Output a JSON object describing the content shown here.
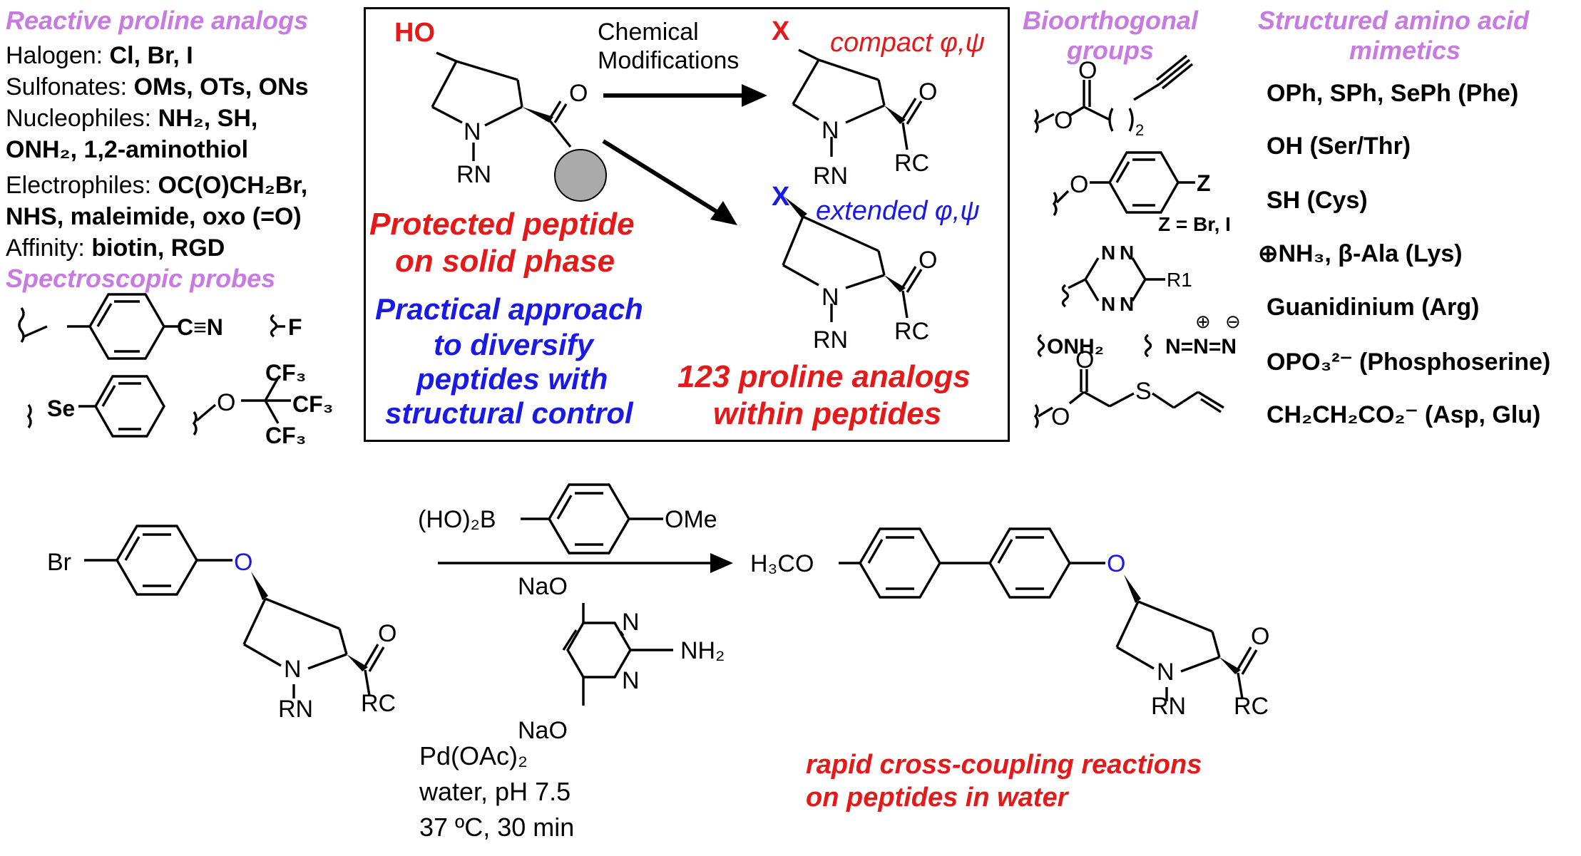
{
  "colors": {
    "purple": "#c77be0",
    "red": "#e41a1a",
    "blue": "#1a1ae4"
  },
  "left_panel": {
    "title": "Reactive proline analogs",
    "rows": [
      {
        "label": "Halogen: ",
        "value": "Cl, Br, I"
      },
      {
        "label": "Sulfonates: ",
        "value": "OMs, OTs, ONs"
      },
      {
        "label": "Nucleophiles: ",
        "value": "NH₂, SH,"
      },
      {
        "label": "",
        "value": "ONH₂, 1,2-aminothiol"
      },
      {
        "label": "Electrophiles: ",
        "value": "OC(O)CH₂Br,"
      },
      {
        "label": "",
        "value": "NHS, maleimide, oxo (=O)"
      },
      {
        "label": "Affinity: ",
        "value": "biotin, RGD"
      }
    ],
    "probes_title": "Spectroscopic probes",
    "probes": {
      "nitrile": "C≡N",
      "fluoro": "F",
      "selenium": "Se",
      "cf3_a": "CF₃",
      "cf3_b": "CF₃",
      "cf3_c": "CF₃",
      "oxygen": "O"
    }
  },
  "center_box": {
    "ho_label": "HO",
    "n_label": "N",
    "o_label": "O",
    "rn_label": "RN",
    "arrow_label_1": "Chemical",
    "arrow_label_2": "Modifications",
    "x_top": "X",
    "x_bottom": "X",
    "compact": "compact φ,ψ",
    "extended": "extended φ,ψ",
    "rc_label": "RC",
    "protected_1": "Protected peptide",
    "protected_2": "on solid phase",
    "practical_1": "Practical approach",
    "practical_2": "to diversify",
    "practical_3": "peptides with",
    "practical_4": "structural control",
    "analogs_1": "123 proline analogs",
    "analogs_2": "within peptides"
  },
  "bioorthogonal": {
    "title_1": "Bioorthogonal",
    "title_2": "groups",
    "z_label": "Z",
    "z_values": "Z = Br, I",
    "r1": "R1",
    "onh2": "ONH₂",
    "azide": "N=N=N",
    "plus": "⊕",
    "minus": "⊖",
    "subscript_2": "2",
    "s_label": "S",
    "n_label": "N",
    "o_label": "O"
  },
  "mimetics": {
    "title_1": "Structured amino acid",
    "title_2": "mimetics",
    "items": [
      "OPh, SPh, SePh (Phe)",
      "OH (Ser/Thr)",
      "SH (Cys)",
      "⊕NH₃, β-Ala (Lys)",
      "Guanidinium (Arg)",
      "OPO₃²⁻ (Phosphoserine)",
      "CH₂CH₂CO₂⁻ (Asp, Glu)"
    ]
  },
  "reaction": {
    "br": "Br",
    "o": "O",
    "n": "N",
    "rn": "RN",
    "rc": "RC",
    "boronic": "(HO)₂B",
    "ome": "OMe",
    "nao_top": "NaO",
    "nao_bottom": "NaO",
    "nh2": "NH₂",
    "ring_n": "N",
    "pd": "Pd(OAc)₂",
    "conditions_1": "water, pH 7.5",
    "conditions_2": "37 ºC, 30 min",
    "h3co": "H₃CO",
    "caption_1": "rapid cross-coupling reactions",
    "caption_2": "on peptides in water"
  }
}
